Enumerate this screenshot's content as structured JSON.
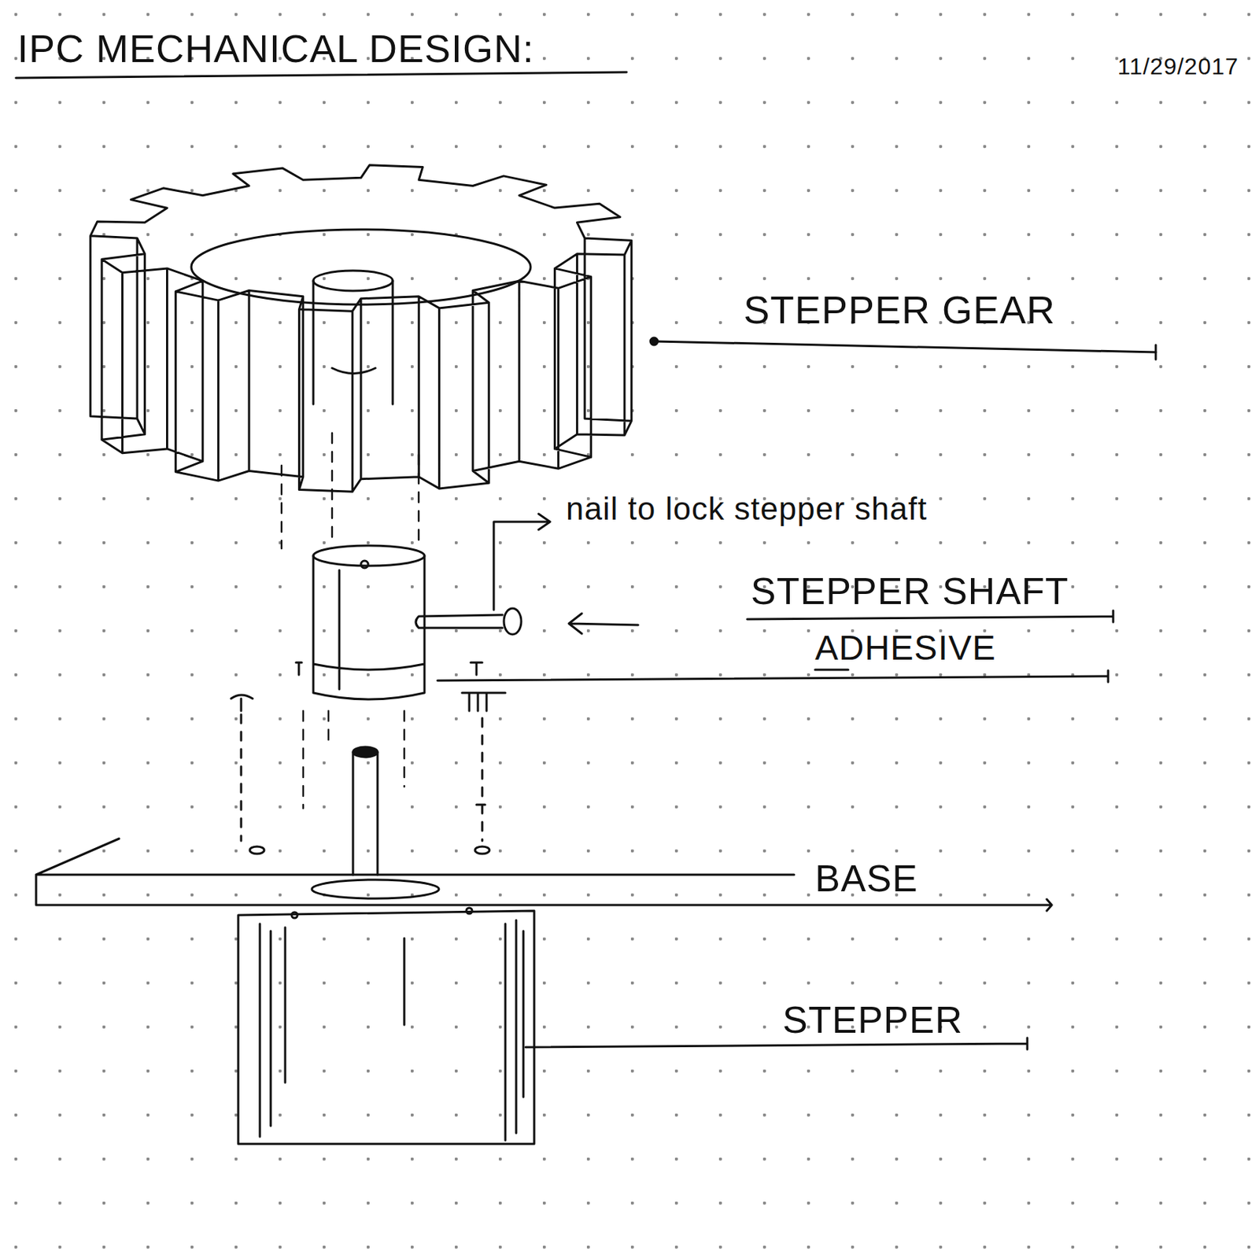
{
  "diagram": {
    "title": "IPC MECHANICAL DESIGN:",
    "labels": [
      "11/29/2017",
      "STEPPER GEAR",
      "nail to lock stepper shaft",
      "STEPPER SHAFT",
      "ADHESIVE",
      "BASE",
      "STEPPER"
    ]
  }
}
